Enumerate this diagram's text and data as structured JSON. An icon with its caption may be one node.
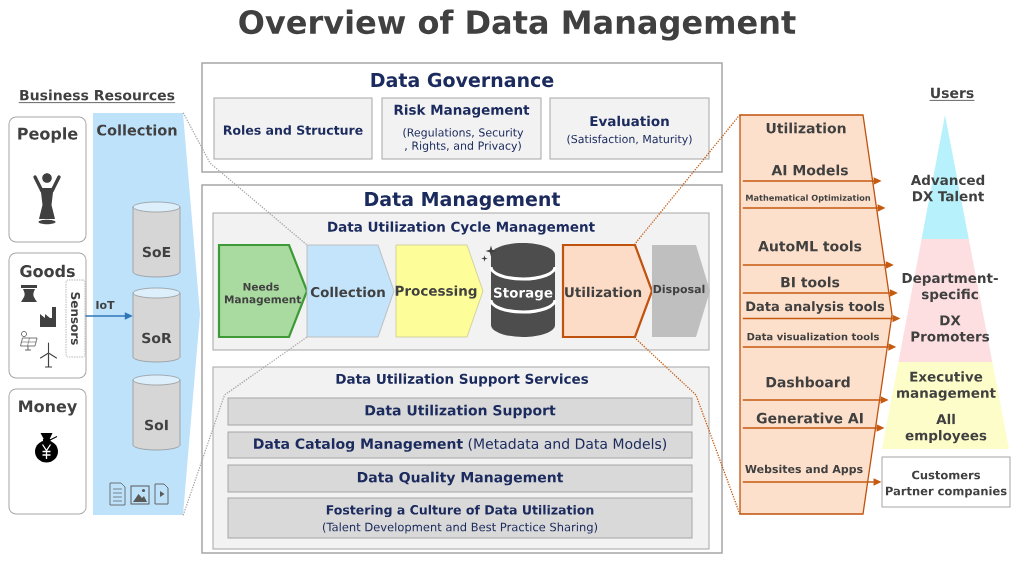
{
  "diagram": {
    "title": "Overview of Data Management",
    "nodes": [
      {
        "text": [
          "People"
        ]
      },
      {
        "text": [
          "Goods"
        ]
      },
      {
        "text": [
          "Sensors"
        ],
        "in": 1
      },
      {
        "text": [
          "Money"
        ]
      },
      {
        "text": [
          "Collection"
        ]
      },
      {
        "text": [
          "SoE"
        ],
        "in": 4
      },
      {
        "text": [
          "SoR"
        ],
        "in": 4
      },
      {
        "text": [
          "SoI"
        ],
        "in": 4
      },
      {
        "text": [
          "Data Governance"
        ]
      },
      {
        "text": [
          "Roles and Structure"
        ],
        "in": 8
      },
      {
        "text": [
          "Risk Management",
          "(Regulations, Security , Rights, and Privacy)"
        ],
        "in": 8
      },
      {
        "text": [
          "Evaluation",
          "(Satisfaction, Maturity)"
        ],
        "in": 8
      },
      {
        "text": [
          "Data Management"
        ]
      },
      {
        "text": [
          "Data Utilization Cycle Management"
        ],
        "in": 12
      },
      {
        "text": [
          "Needs Management"
        ],
        "in": 13
      },
      {
        "text": [
          "Collection"
        ],
        "in": 13
      },
      {
        "text": [
          "Processing"
        ],
        "in": 13
      },
      {
        "text": [
          "Storage"
        ],
        "in": 13
      },
      {
        "text": [
          "Utilization"
        ],
        "in": 13
      },
      {
        "text": [
          "Disposal"
        ],
        "in": 13
      },
      {
        "text": [
          "Data Utilization Support Services"
        ],
        "in": 12
      },
      {
        "text": [
          "Data Utilization Support"
        ],
        "in": 20
      },
      {
        "text": [
          "**Data Catalog Management** (Metadata and Data Models)"
        ],
        "in": 20
      },
      {
        "text": [
          "Data Quality Management"
        ],
        "in": 20
      },
      {
        "text": [
          "Fostering a Culture of Data Utilization",
          "(Talent Development and Best Practice Sharing)"
        ],
        "in": 20
      },
      {
        "text": [
          "Utilization"
        ]
      },
      {
        "text": [
          "Advanced DX Talent"
        ]
      },
      {
        "text": [
          "Department-specific",
          "DX Promoters"
        ]
      },
      {
        "text": [
          "Executive management",
          "All employees"
        ]
      },
      {
        "text": [
          "Customers",
          "Partner companies"
        ]
      }
    ],
    "edges": [
      {
        "from": 2,
        "to": 6,
        "arrow": "to",
        "label": "IoT",
        "color": "#2e75b6"
      },
      {
        "from": 4,
        "to": 15,
        "arrow": "none",
        "style": "dashed",
        "color": "#a6a6a6"
      },
      {
        "from": 4,
        "to": 15,
        "arrow": "none",
        "style": "dashed",
        "color": "#a6a6a6"
      },
      {
        "from": 18,
        "to": 25,
        "arrow": "none",
        "style": "dashed"
      },
      {
        "from": 18,
        "to": 25,
        "arrow": "none",
        "style": "dashed"
      },
      {
        "from": 25,
        "to": null,
        "arrow": "to",
        "label": "AI Models"
      },
      {
        "from": 25,
        "to": null,
        "arrow": "to",
        "label": "Mathematical Optimization"
      },
      {
        "from": 25,
        "to": null,
        "arrow": "to",
        "label": "AutoML tools"
      },
      {
        "from": 25,
        "to": null,
        "arrow": "to",
        "label": "BI tools"
      },
      {
        "from": 25,
        "to": null,
        "arrow": "to",
        "label": "Data analysis tools"
      },
      {
        "from": 25,
        "to": null,
        "arrow": "to",
        "label": "Data visualization tools"
      },
      {
        "from": 25,
        "to": null,
        "arrow": "to",
        "label": "Dashboard"
      },
      {
        "from": 25,
        "to": null,
        "arrow": "to",
        "label": "Generative AI"
      },
      {
        "from": 25,
        "to": 29,
        "arrow": "to",
        "label": "Websites and Apps"
      }
    ],
    "labels": [
      "Business Resources",
      "Users"
    ]
  }
}
